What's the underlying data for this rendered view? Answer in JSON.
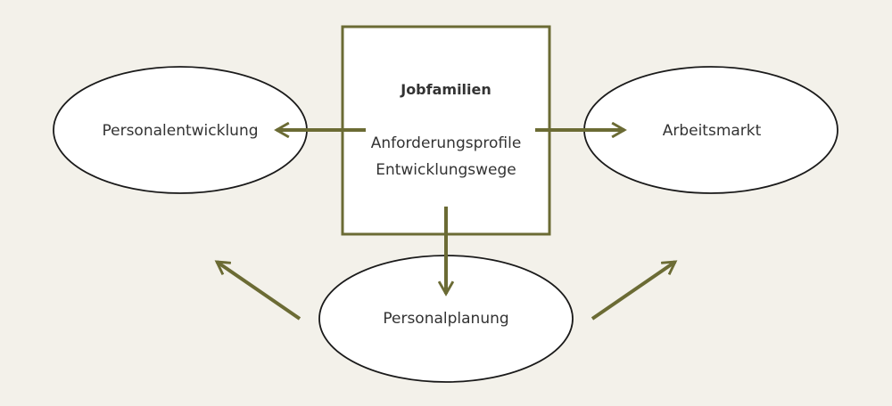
{
  "diagram": {
    "center_box": {
      "title": "Jobfamilien",
      "line1": "Anforderungsprofile",
      "line2": "Entwicklungswege"
    },
    "left_node": {
      "label": "Personalentwicklung"
    },
    "right_node": {
      "label": "Arbeitsmarkt"
    },
    "bottom_node": {
      "label": "Personalplanung"
    },
    "colors": {
      "background": "#f3f1ea",
      "accent": "#6b6b34",
      "node_stroke": "#1a1a1a",
      "node_fill": "#ffffff",
      "text": "#333333"
    }
  }
}
